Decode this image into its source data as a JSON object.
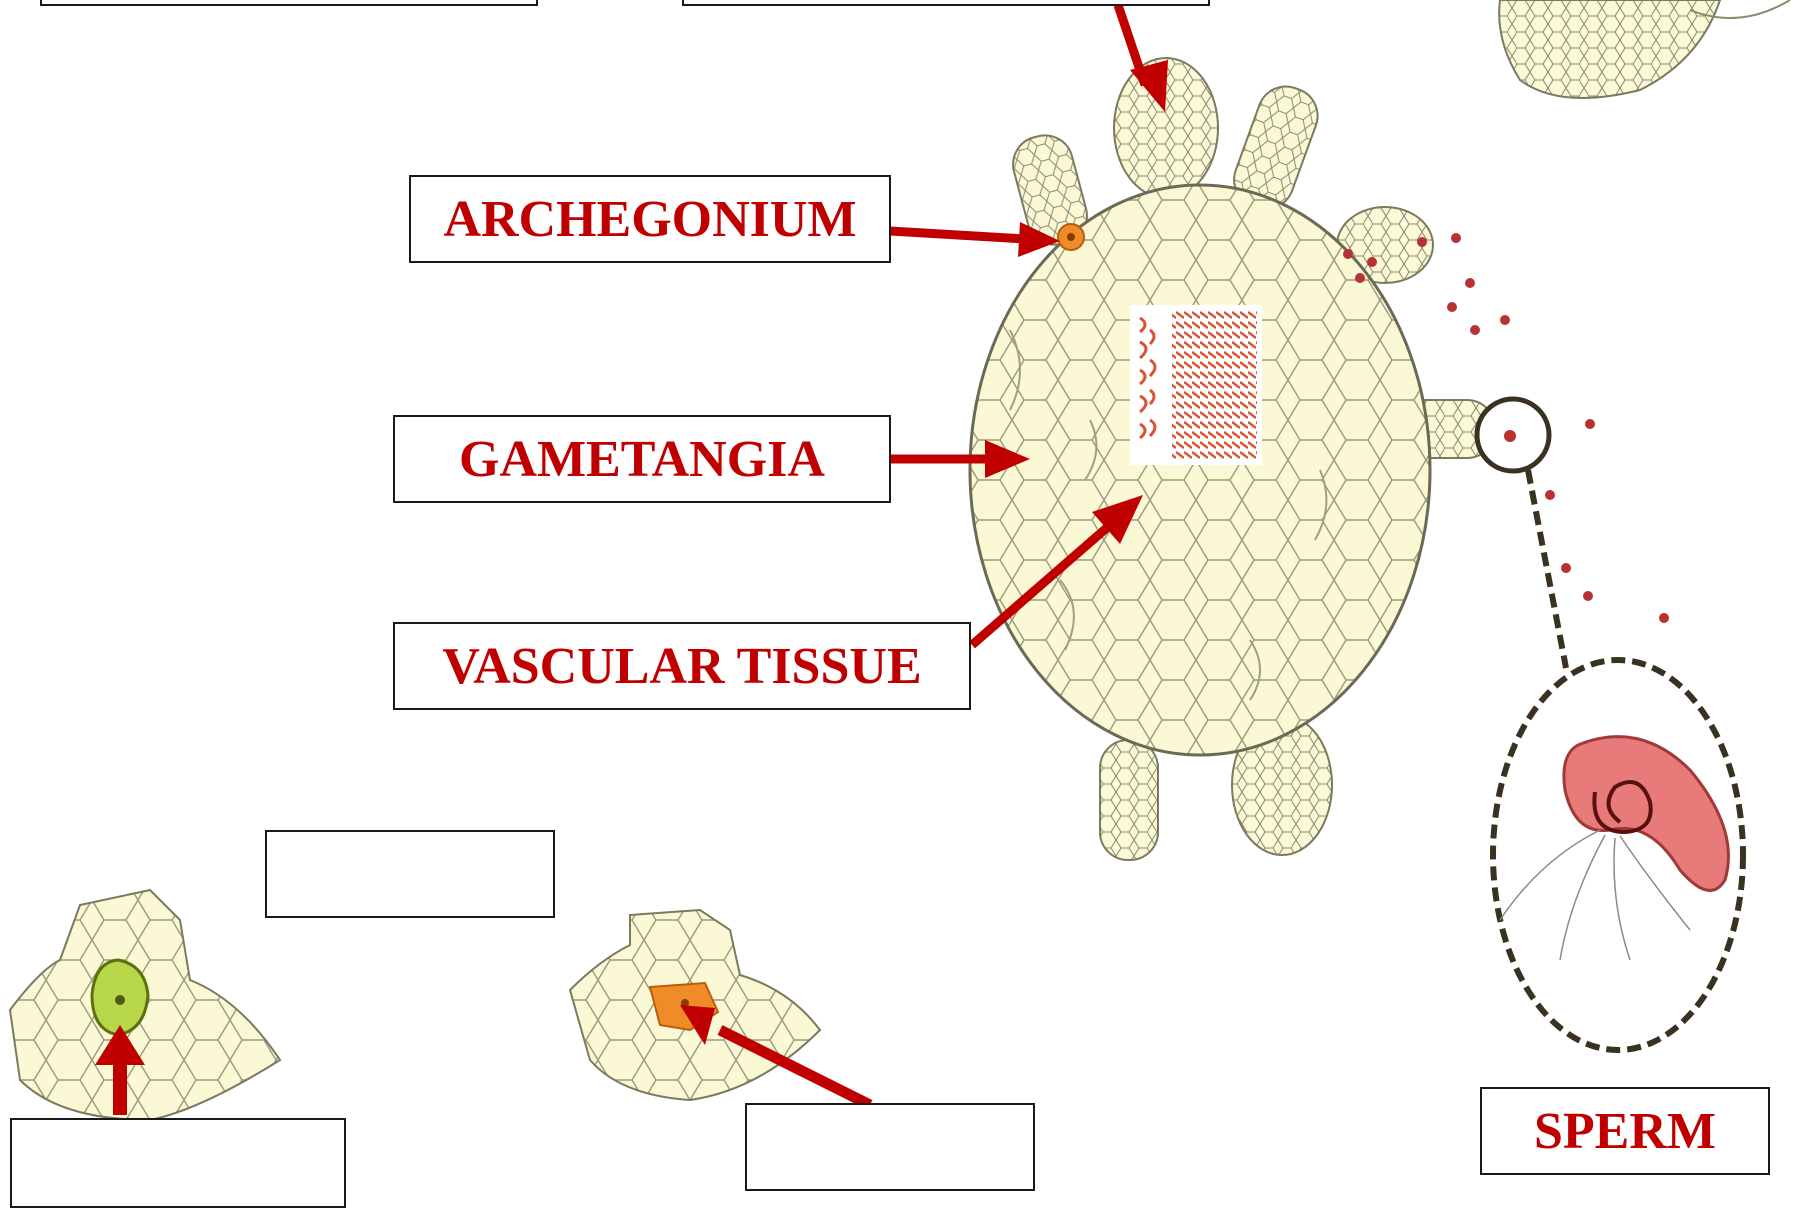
{
  "labels": {
    "archegonium": "ARCHEGONIUM",
    "gametangia": "GAMETANGIA",
    "vascular_tissue": "VASCULAR TISSUE",
    "sperm": "SPERM",
    "blank_top_left": "",
    "blank_top_middle": "",
    "blank_lower_middle": "",
    "blank_bottom_left": "",
    "blank_bottom_middle": ""
  },
  "colors": {
    "label_text": "#c00000",
    "arrow": "#c00000",
    "cell_fill": "#fbf8d6",
    "cell_outline": "#8a8a70",
    "sperm_body": "#e87a7a",
    "egg_green": "#b8d64a",
    "egg_orange": "#f08c28",
    "dashed_outline": "#3a3220"
  }
}
